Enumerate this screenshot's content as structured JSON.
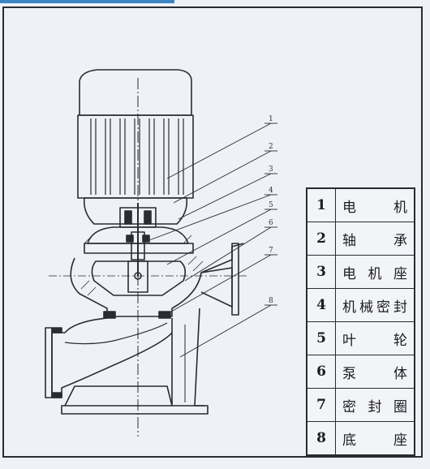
{
  "parts": [
    {
      "num": "1",
      "name": "电　机"
    },
    {
      "num": "2",
      "name": "轴　承"
    },
    {
      "num": "3",
      "name": "电机座"
    },
    {
      "num": "4",
      "name": "机械密封"
    },
    {
      "num": "5",
      "name": "叶　轮"
    },
    {
      "num": "6",
      "name": "泵　体"
    },
    {
      "num": "7",
      "name": "密封圈"
    },
    {
      "num": "8",
      "name": "底　座"
    }
  ],
  "callouts": [
    "1",
    "2",
    "3",
    "4",
    "5",
    "6",
    "7",
    "8"
  ],
  "colors": {
    "line": "#2b2b33",
    "accent": "#3a86c4",
    "paper": "#eef1f6"
  }
}
